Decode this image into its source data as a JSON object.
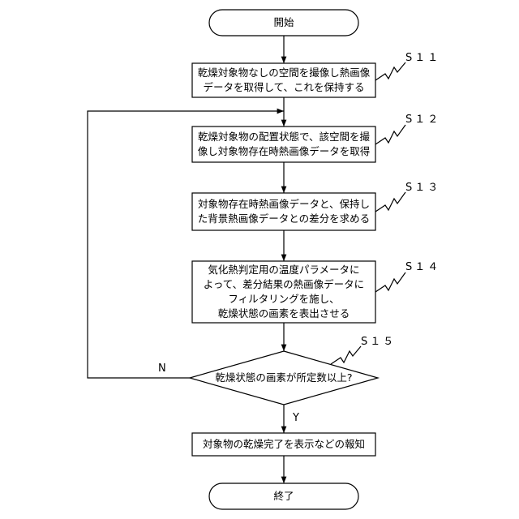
{
  "start": {
    "label": "開始"
  },
  "end": {
    "label": "終了"
  },
  "steps": [
    {
      "id": "S11",
      "label": "S１１",
      "lines": [
        "乾燥対象物なしの空間を撮像し熱画像",
        "データを取得して、これを保持する"
      ]
    },
    {
      "id": "S12",
      "label": "S１２",
      "lines": [
        "乾燥対象物の配置状態で、該空間を撮",
        "像し対象物存在時熱画像データを取得"
      ]
    },
    {
      "id": "S13",
      "label": "S１３",
      "lines": [
        "対象物存在時熱画像データと、保持し",
        "た背景熱画像データとの差分を求める"
      ]
    },
    {
      "id": "S14",
      "label": "S１４",
      "lines": [
        "気化熱判定用の温度パラメータに",
        "よって、差分結果の熱画像データに",
        "フィルタリングを施し、",
        "乾燥状態の画素を表出させる"
      ]
    }
  ],
  "decision": {
    "id": "S15",
    "label": "S１５",
    "text": "乾燥状態の画素が所定数以上?",
    "no_label": "N",
    "yes_label": "Y"
  },
  "final_step": {
    "lines": [
      "対象物の乾燥完了を表示などの報知"
    ]
  }
}
